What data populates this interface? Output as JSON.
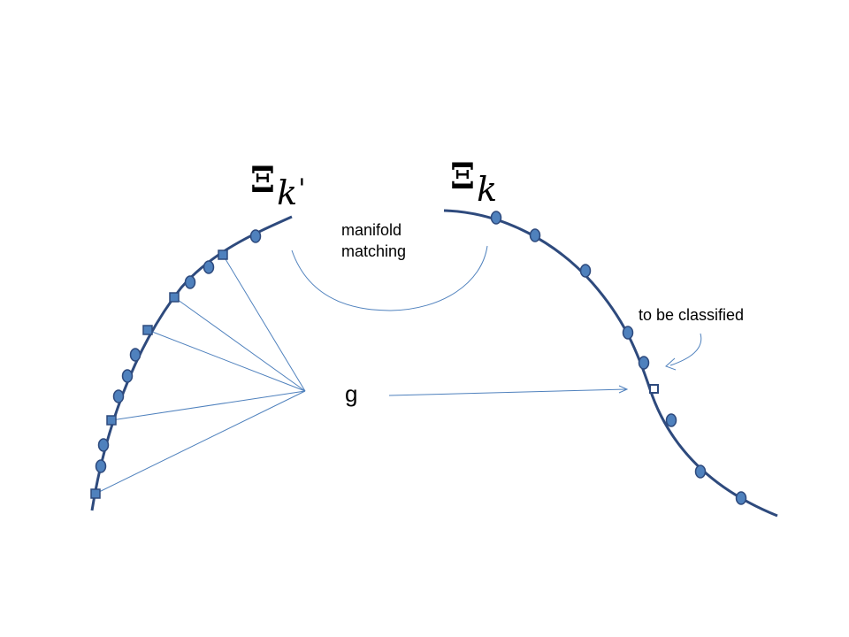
{
  "colors": {
    "curve": "#2E4A7D",
    "marker_fill": "#4F81BD",
    "marker_stroke": "#2E4A7D",
    "connector": "#4F81BD",
    "unknown_fill": "#ffffff"
  },
  "labels": {
    "left_manifold_symbol": "Ξ",
    "left_manifold_sub": "k",
    "left_manifold_prime": "'",
    "right_manifold_symbol": "Ξ",
    "right_manifold_sub": "k",
    "matching_line1": "manifold",
    "matching_line2": "matching",
    "query_label": "g",
    "to_classify": "to be classified"
  }
}
